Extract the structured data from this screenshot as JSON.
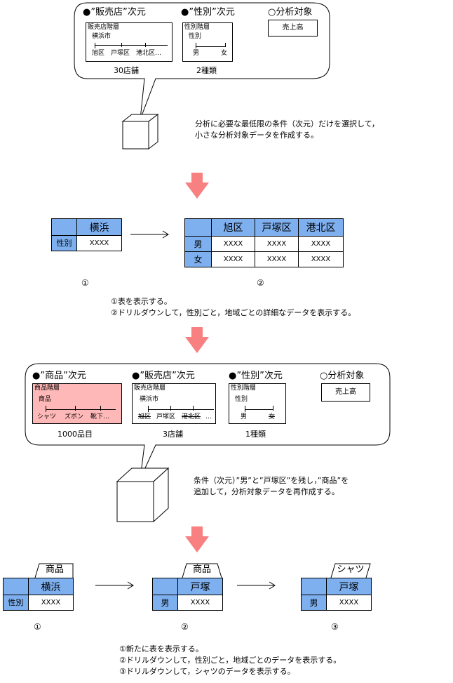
{
  "panel1": {
    "dim1_title": "●”販売店”次元",
    "dim2_title": "●”性別”次元",
    "target_title": "○分析対象",
    "store_hier": "販売店階層",
    "store_level": "横浜市",
    "store_leaves": [
      "旭区",
      "戸塚区",
      "港北区…"
    ],
    "gender_hier": "性別階層",
    "gender_level": "性別",
    "gender_leaves": [
      "男",
      "女"
    ],
    "target_value": "売上高",
    "store_count": "30店舗",
    "gender_count": "2種類"
  },
  "note1": [
    "分析に必要な最低限の条件（次元）だけを選択して，",
    "小さな分析対象データを作成する。"
  ],
  "row1": {
    "small_header": "横浜",
    "small_row": "性別",
    "small_value": "XXXX",
    "large_cols": [
      "旭区",
      "戸塚区",
      "港北区"
    ],
    "large_rows": [
      "男",
      "女"
    ],
    "large_value": "XXXX",
    "num1": "①",
    "num2": "②"
  },
  "note2": [
    "①表を表示する。",
    "②ドリルダウンして，性別ごと，地域ごとの詳細なデータを表示する。"
  ],
  "panel2": {
    "dim1_title": "●”商品”次元",
    "dim2_title": "●”販売店”次元",
    "dim3_title": "●”性別”次元",
    "target_title": "○分析対象",
    "product_hier": "商品階層",
    "product_level": "商品",
    "product_leaves": [
      "シャツ",
      "ズボン",
      "靴下…"
    ],
    "store_hier": "販売店階層",
    "store_level": "横浜市",
    "store_leaves": [
      "旭区",
      "戸塚区",
      "港北区",
      "…"
    ],
    "gender_hier": "性別階層",
    "gender_level": "性別",
    "gender_leaves": [
      "男",
      "女"
    ],
    "target_value": "売上高",
    "product_count": "1000品目",
    "store_count": "3店舗",
    "gender_count": "1種類"
  },
  "note3": [
    "条件（次元）”男”と”戸塚区”を残し，”商品”を",
    "追加して，分析対象データを再作成する。"
  ],
  "row2": {
    "tabs": [
      "商品",
      "商品",
      "シャツ"
    ],
    "t1_header": "横浜",
    "t1_row": "性別",
    "t1_value": "XXXX",
    "t2_header": "戸塚",
    "t2_row": "男",
    "t2_value": "XXXX",
    "t3_header": "戸塚",
    "t3_row": "男",
    "t3_value": "XXXX",
    "nums": [
      "①",
      "②",
      "③"
    ]
  },
  "note4": [
    "①新たに表を表示する。",
    "②ドリルダウンして，性別ごと，地域ごとのデータを表示する。",
    "③ドリルダウンして，シャツのデータを表示する。"
  ],
  "colors": {
    "blue": "#7eb0f0",
    "pink": "#ffb8b8",
    "arrow": "#f88080"
  }
}
